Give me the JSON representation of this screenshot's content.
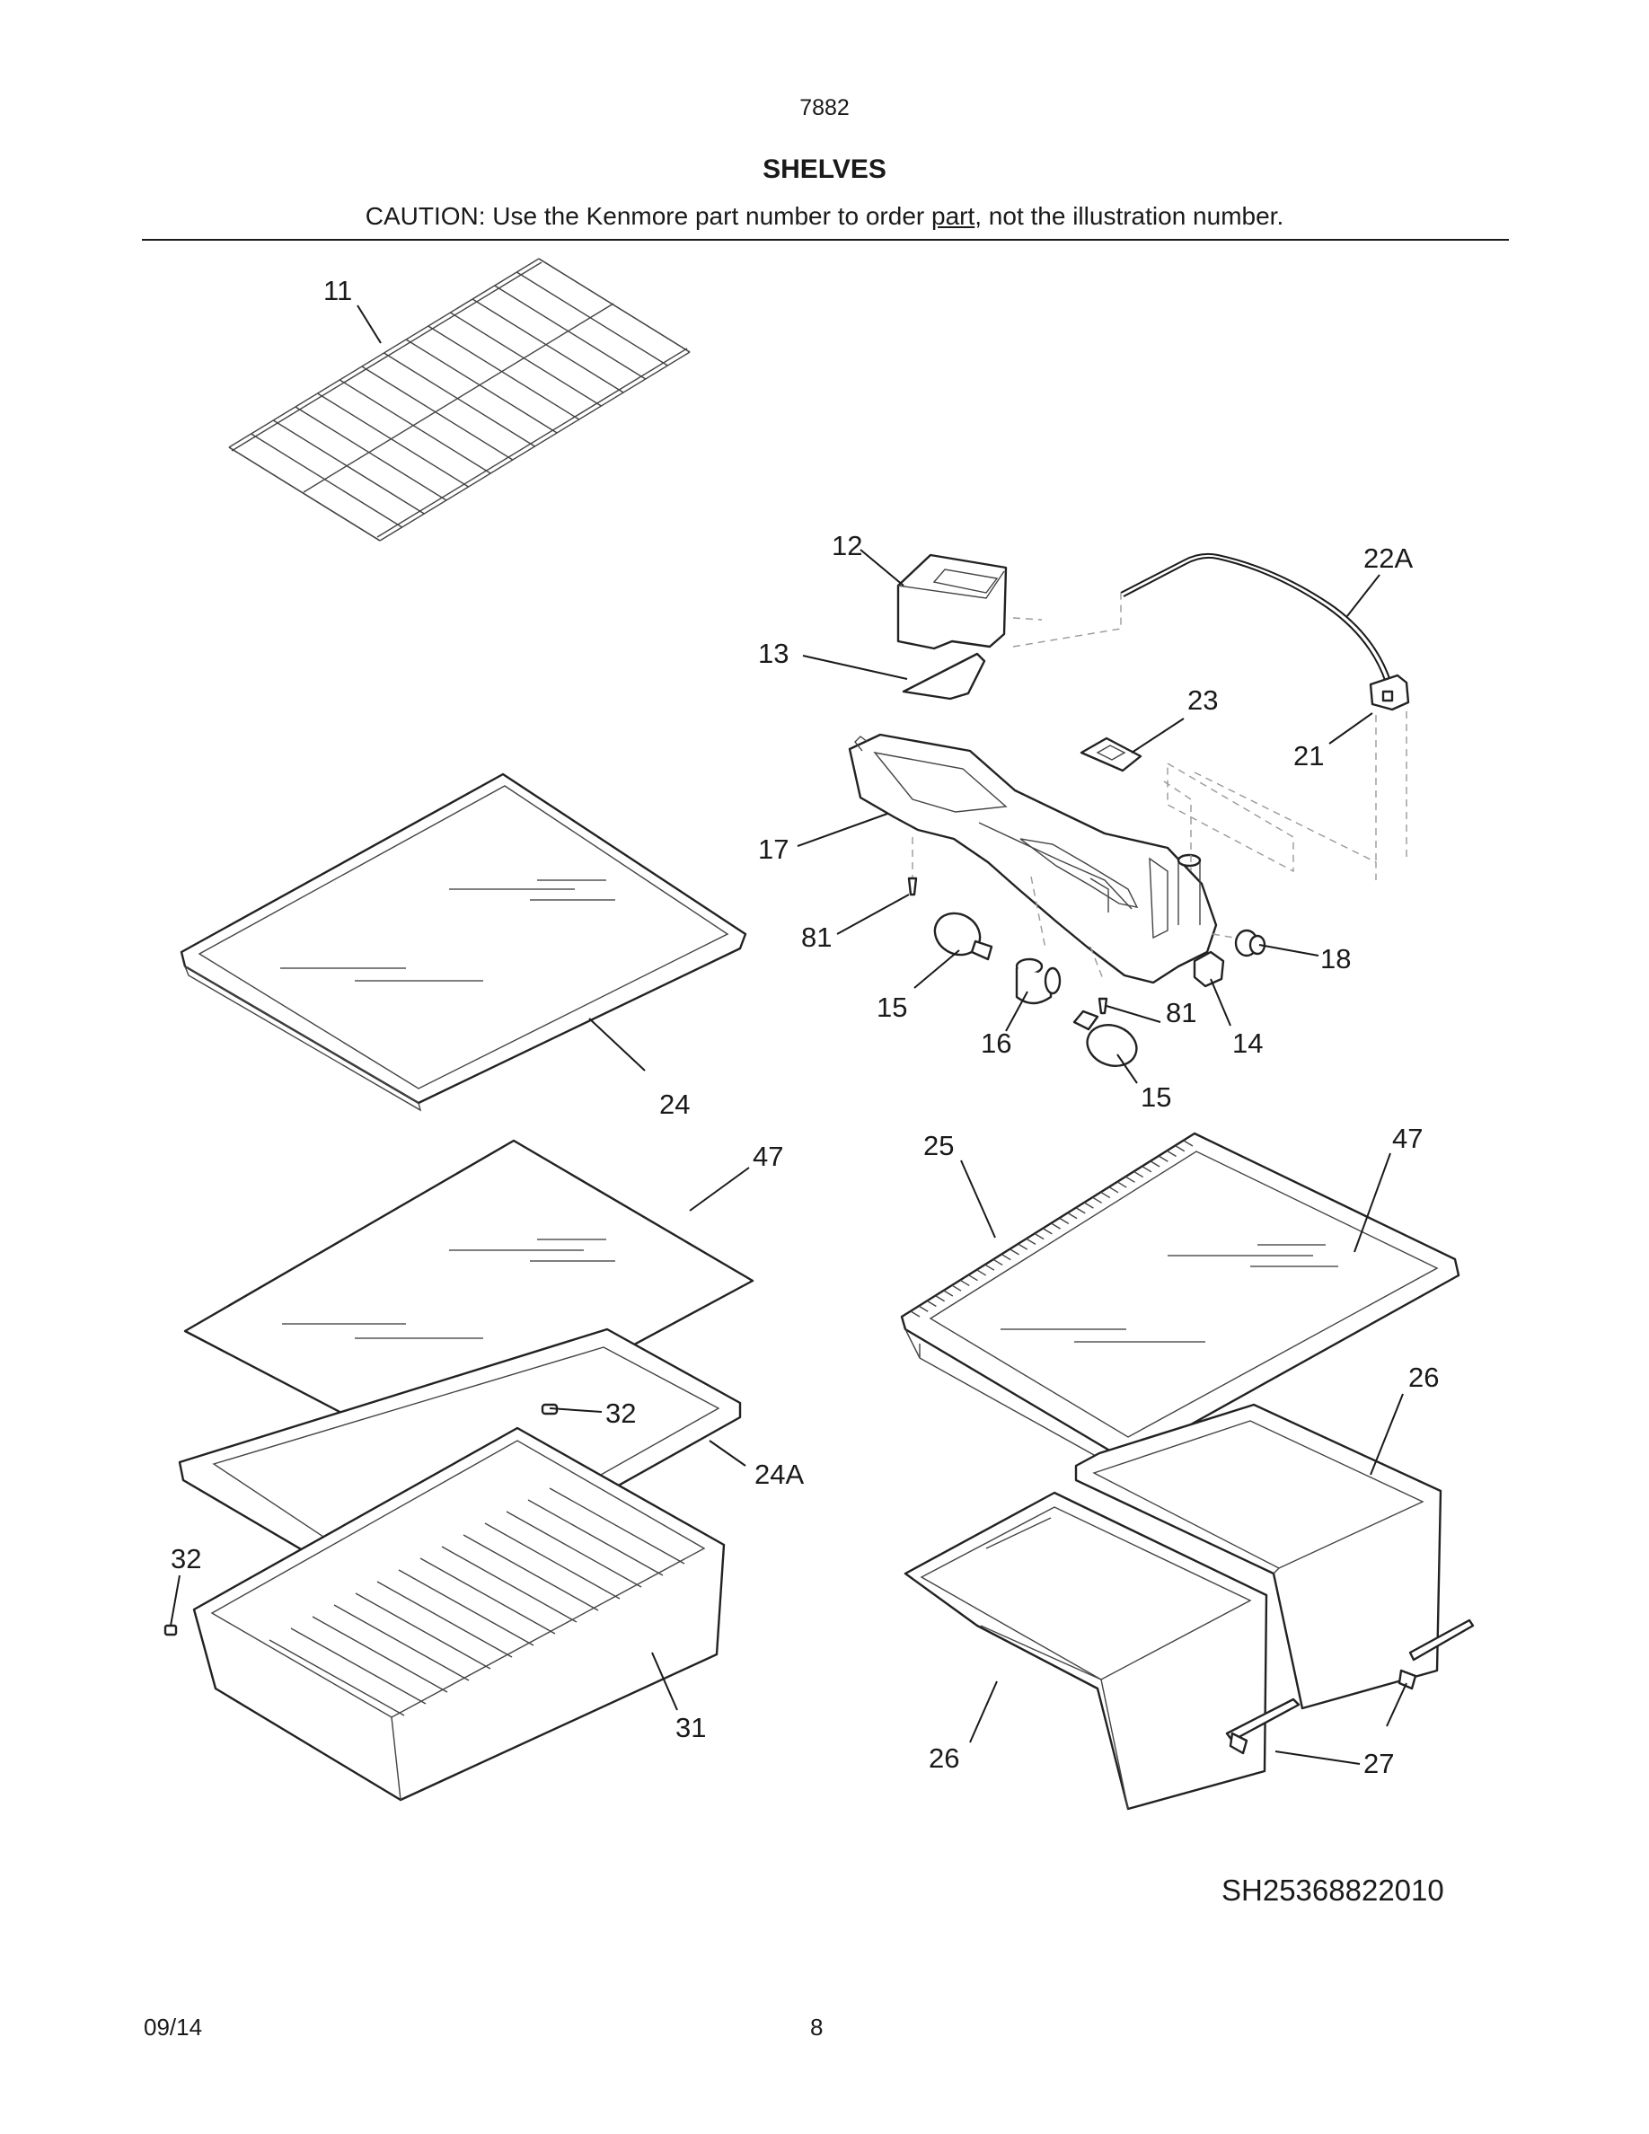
{
  "header": {
    "model": "7882",
    "title": "SHELVES",
    "caution_pre": "CAUTION: Use the Kenmore part number to order ",
    "caution_link": "part",
    "caution_post": ", not the illustration number."
  },
  "callouts": {
    "c11": "11",
    "c12": "12",
    "c22A": "22A",
    "c13": "13",
    "c23": "23",
    "c21": "21",
    "c17": "17",
    "c81a": "81",
    "c18": "18",
    "c15a": "15",
    "c81b": "81",
    "c16": "16",
    "c14": "14",
    "c15b": "15",
    "c24": "24",
    "c47a": "47",
    "c25": "25",
    "c47b": "47",
    "c32a": "32",
    "c24A": "24A",
    "c26a": "26",
    "c32b": "32",
    "c31": "31",
    "c26b": "26",
    "c27": "27"
  },
  "footer": {
    "figure_id": "SH25368822010",
    "date": "09/14",
    "page": "8"
  }
}
